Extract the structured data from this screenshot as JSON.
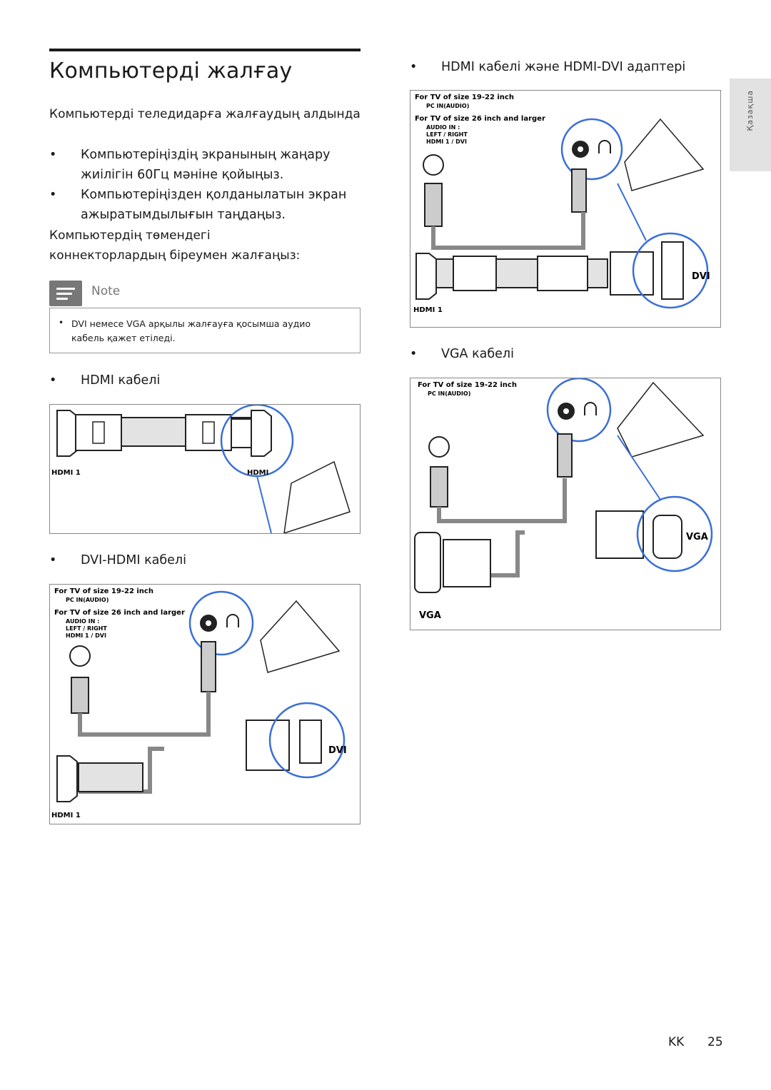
{
  "page": {
    "title": "Компьютерді жалғау",
    "section_label": "Қазақша",
    "footer_lang": "KK",
    "page_number": "25"
  },
  "intro": {
    "heading": "Компьютерді теледидарға жалғаудың алдында",
    "bullets": [
      [
        "Компьютеріңіздің экранының жаңару",
        "жиілігін 60Гц мәніне қойыңыз."
      ],
      [
        "Компьютеріңізден қолданылатын экран",
        "ажыратымдылығын таңдаңыз."
      ]
    ],
    "connectors_heading": [
      "Компьютердің төмендегі",
      "коннекторлардың біреумен жалғаңыз:"
    ]
  },
  "note": {
    "title": "Note",
    "text": [
      "DVI немесе VGA арқылы жалғауға қосымша аудио",
      "кабель қажет етіледі."
    ]
  },
  "sections": {
    "hdmi": "HDMI кабелі",
    "dvi_hdmi": "DVI-HDMI кабелі",
    "hdmi_dvi": "HDMI кабелі және HDMI-DVI адаптері",
    "vga": "VGA кабелі"
  },
  "labels": {
    "tv_19_22": "For TV of size 19-22 inch",
    "pc_in_audio": "PC IN(AUDIO)",
    "tv_26": "For TV of size 26 inch and larger",
    "audio_in": "AUDIO IN :",
    "left_right": "LEFT / RIGHT",
    "hdmi1_dvi": "HDMI 1 / DVI",
    "hdmi1": "HDMI 1",
    "hdmi": "HDMI",
    "dvi": "DVI",
    "vga": "VGA"
  },
  "colors": {
    "callout_blue": "#3a6fd8",
    "cable_gray": "#dcdcdc",
    "tab_gray": "#e2e2e2"
  }
}
